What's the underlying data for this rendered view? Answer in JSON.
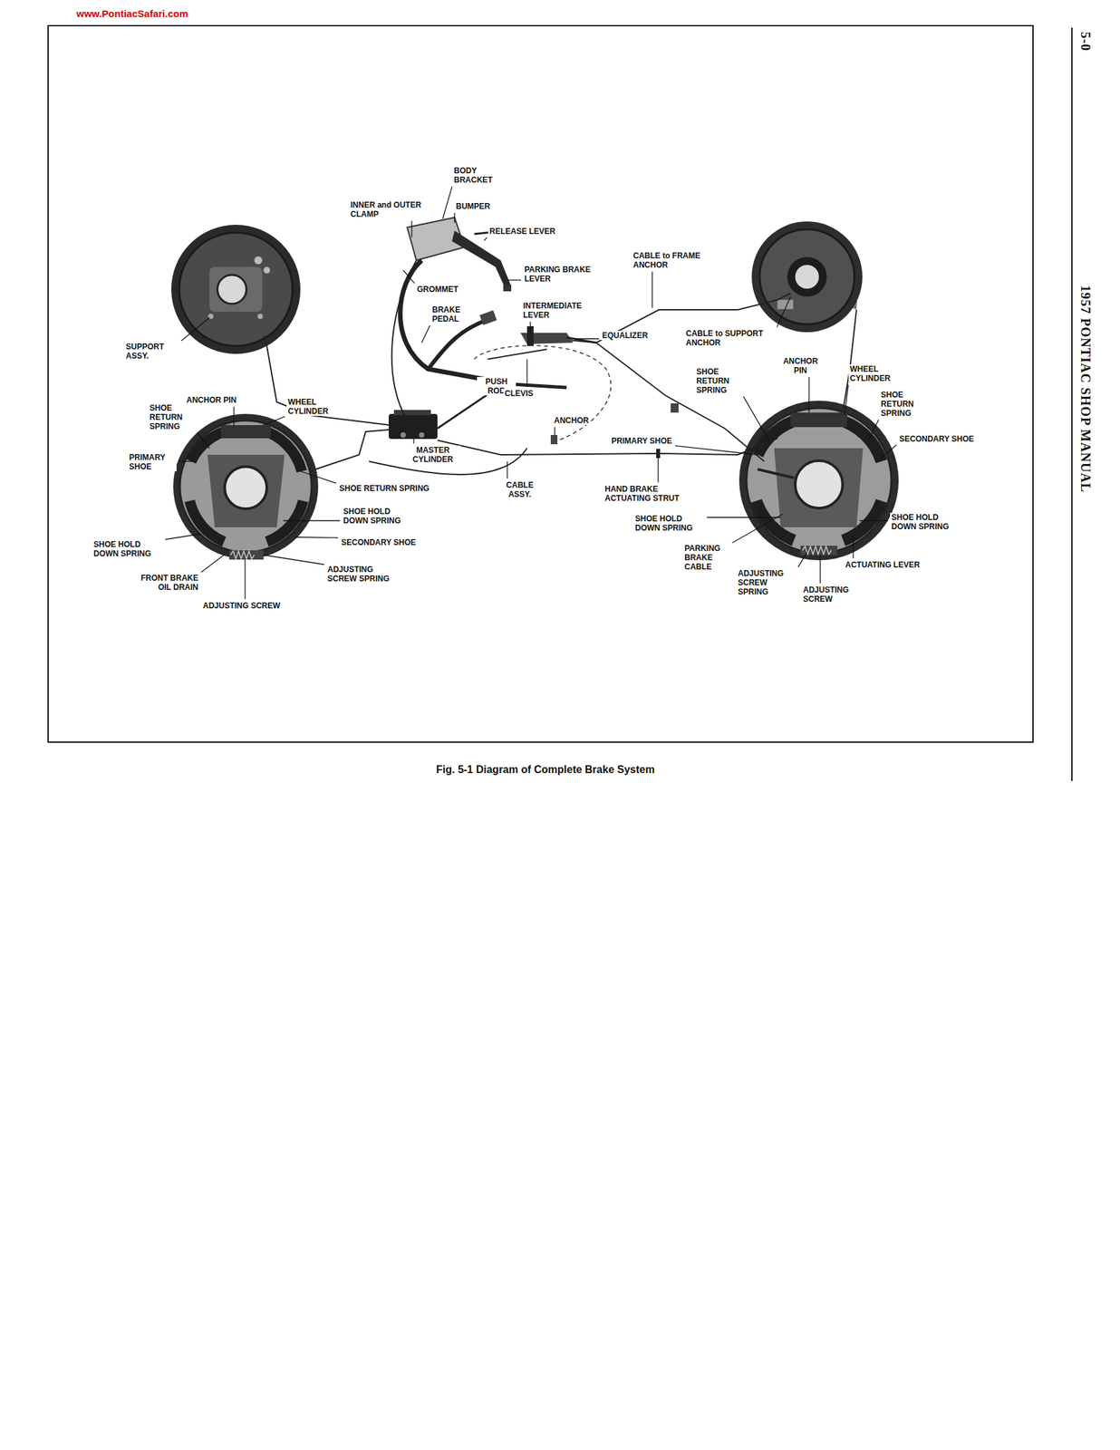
{
  "diagram": {
    "caption": "Fig. 5-1 Diagram of Complete Brake System",
    "labels": [
      "www.PontiacSafari.com",
      "5-0",
      "1957 PONTIAC SHOP MANUAL",
      "BODY BRACKET",
      "INNER and OUTER CLAMP",
      "BUMPER",
      "RELEASE LEVER",
      "CABLE to FRAME ANCHOR",
      "PARKING BRAKE LEVER",
      "GROMMET",
      "BRAKE PEDAL",
      "INTERMEDIATE LEVER",
      "SUPPORT ASSY.",
      "EQUALIZER",
      "CABLE to SUPPORT ANCHOR",
      "PUSH ROD",
      "CLEVIS",
      "ANCHOR PIN",
      "WHEEL CYLINDER",
      "SHOE RETURN SPRING",
      "SHOE RETURN SPRING",
      "ANCHOR PIN",
      "WHEEL CYLINDER",
      "SHOE RETURN SPRING",
      "ANCHOR",
      "SECONDARY SHOE",
      "PRIMARY SHOE",
      "PRIMARY SHOE",
      "MASTER CYLINDER",
      "SHOE RETURN SPRING",
      "CABLE ASSY.",
      "HAND BRAKE ACTUATING STRUT",
      "SHOE HOLD DOWN SPRING",
      "SHOE HOLD DOWN SPRING",
      "SHOE HOLD DOWN SPRING",
      "SECONDARY SHOE",
      "SHOE HOLD DOWN SPRING",
      "PARKING BRAKE CABLE",
      "ACTUATING LEVER",
      "ADJUSTING SCREW SPRING",
      "FRONT BRAKE OIL DRAIN",
      "ADJUSTING SCREW SPRING",
      "ADJUSTING SCREW",
      "ADJUSTING SCREW"
    ]
  }
}
